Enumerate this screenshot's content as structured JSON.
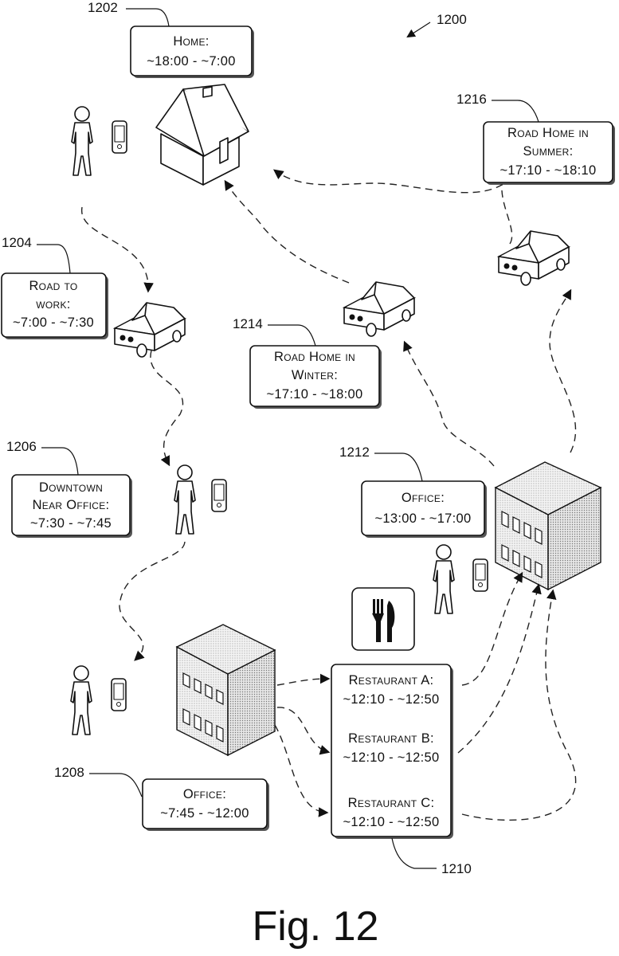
{
  "figure": {
    "number": "1200",
    "caption": "Fig. 12"
  },
  "boxes": {
    "home": {
      "ref": "1202",
      "lines": [
        "Home:",
        "~18:00 - ~7:00"
      ]
    },
    "road_to_work": {
      "ref": "1204",
      "lines": [
        "Road to",
        "work:",
        "~7:00 - ~7:30"
      ]
    },
    "downtown": {
      "ref": "1206",
      "lines": [
        "Downtown",
        "Near Office:",
        "~7:30 - ~7:45"
      ]
    },
    "office_morning": {
      "ref": "1208",
      "lines": [
        "Office:",
        "~7:45 - ~12:00"
      ]
    },
    "restaurants": {
      "ref": "1210",
      "lines": [
        "Restaurant A:",
        "~12:10 - ~12:50",
        "Restaurant B:",
        "~12:10 - ~12:50",
        "Restaurant C:",
        "~12:10 - ~12:50"
      ]
    },
    "office_afternoon": {
      "ref": "1212",
      "lines": [
        "Office:",
        "~13:00 - ~17:00"
      ]
    },
    "road_home_winter": {
      "ref": "1214",
      "lines": [
        "Road Home in",
        "Winter:",
        "~17:10 - ~18:00"
      ]
    },
    "road_home_summer": {
      "ref": "1216",
      "lines": [
        "Road Home in",
        "Summer:",
        "~17:10 - ~18:10"
      ]
    }
  },
  "icons": [
    "house-icon",
    "person-icon",
    "phone-icon",
    "car-icon",
    "office-building-icon",
    "fork-knife-icon",
    "arrow-icon"
  ]
}
